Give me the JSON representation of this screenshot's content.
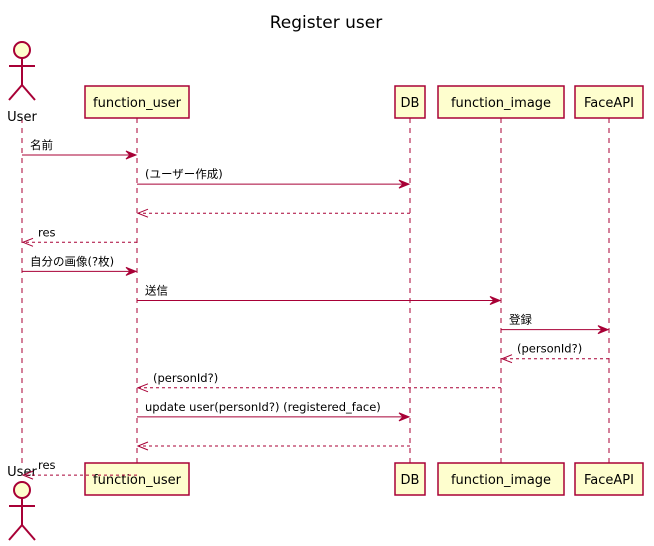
{
  "title": "Register user",
  "colors": {
    "line": "#A80036",
    "fill": "#FEFECE"
  },
  "participants": [
    {
      "id": "user",
      "label": "User",
      "kind": "actor"
    },
    {
      "id": "function_user",
      "label": "function_user",
      "kind": "participant"
    },
    {
      "id": "db",
      "label": "DB",
      "kind": "participant"
    },
    {
      "id": "function_image",
      "label": "function_image",
      "kind": "participant"
    },
    {
      "id": "faceapi",
      "label": "FaceAPI",
      "kind": "participant"
    }
  ],
  "messages": [
    {
      "from": "user",
      "to": "function_user",
      "label": "名前",
      "style": "solid"
    },
    {
      "from": "function_user",
      "to": "db",
      "label": "(ユーザー作成)",
      "style": "solid"
    },
    {
      "from": "db",
      "to": "function_user",
      "label": "",
      "style": "dashed"
    },
    {
      "from": "function_user",
      "to": "user",
      "label": "res",
      "style": "dashed"
    },
    {
      "from": "user",
      "to": "function_user",
      "label": "自分の画像(?枚)",
      "style": "solid"
    },
    {
      "from": "function_user",
      "to": "function_image",
      "label": "送信",
      "style": "solid"
    },
    {
      "from": "function_image",
      "to": "faceapi",
      "label": "登録",
      "style": "solid"
    },
    {
      "from": "faceapi",
      "to": "function_image",
      "label": "(personId?)",
      "style": "dashed"
    },
    {
      "from": "function_image",
      "to": "function_user",
      "label": "(personId?)",
      "style": "dashed"
    },
    {
      "from": "function_user",
      "to": "db",
      "label": "update user(personId?) (registered_face)",
      "style": "solid"
    },
    {
      "from": "db",
      "to": "function_user",
      "label": "",
      "style": "dashed"
    },
    {
      "from": "function_user",
      "to": "user",
      "label": "res",
      "style": "dashed"
    }
  ]
}
